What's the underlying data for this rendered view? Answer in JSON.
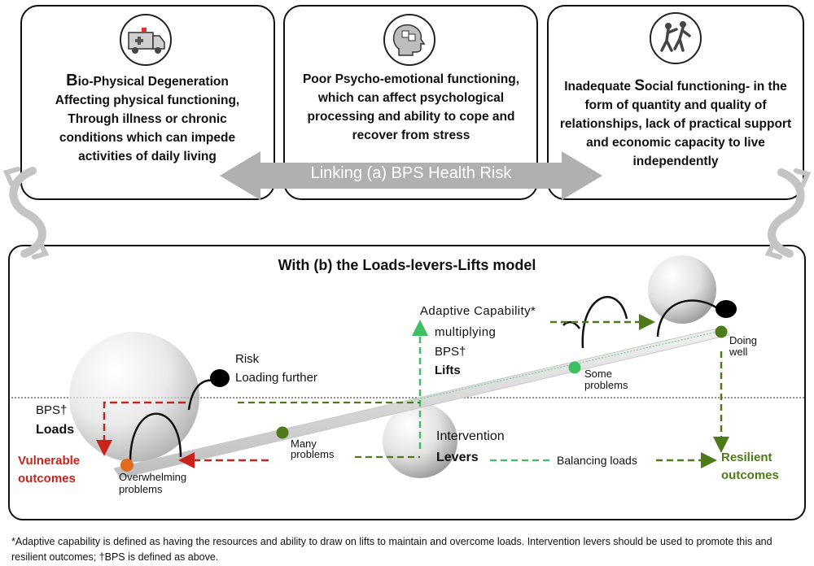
{
  "top_boxes": {
    "bio": {
      "lead_letter": "B",
      "line1_rest": "io-Physical Degeneration",
      "rest": "Affecting physical functioning, Through illness or chronic conditions which can impede activities of daily living"
    },
    "psycho": {
      "text": "Poor Psycho-emotional functioning, which can affect psychological processing and ability to cope and recover from stress"
    },
    "social": {
      "prefix": "Inadequate ",
      "lead_letter": "S",
      "rest": "ocial functioning- in the form of quantity and quality of relationships, lack of practical support and economic capacity to live independently"
    }
  },
  "arrow_label": "Linking (a) BPS Health Risk",
  "bottom_panel": {
    "title": "With (b) the Loads-levers-Lifts model"
  },
  "diagram": {
    "risk": "Risk",
    "loading_further": "Loading further",
    "bps_loads_line1": "BPS†",
    "bps_loads_line2": "Loads",
    "vulnerable1": "Vulnerable",
    "vulnerable2": "outcomes",
    "overwhelming1": "Overwhelming",
    "overwhelming2": "problems",
    "many1": "Many",
    "many2": "problems",
    "adaptive": "Adaptive Capability*",
    "multiplying": "multiplying",
    "bps_lifts_line1": "BPS†",
    "bps_lifts_line2": "Lifts",
    "intervention": "Intervention",
    "levers": "Levers",
    "balancing": "Balancing loads",
    "some1": "Some",
    "some2": "problems",
    "doing1": "Doing",
    "doing2": "well",
    "resilient1": "Resilient",
    "resilient2": "outcomes"
  },
  "colors": {
    "red": "#c8241c",
    "dark_green": "#4e7a1c",
    "light_green": "#3fbf62",
    "orange_dot": "#e06a1e",
    "grey_arrow": "#b0b0b0"
  },
  "footnote": "*Adaptive capability is defined as having the resources and ability to draw on lifts to maintain and overcome loads. Intervention levers should be used to promote this and resilient outcomes; †BPS is defined as above."
}
